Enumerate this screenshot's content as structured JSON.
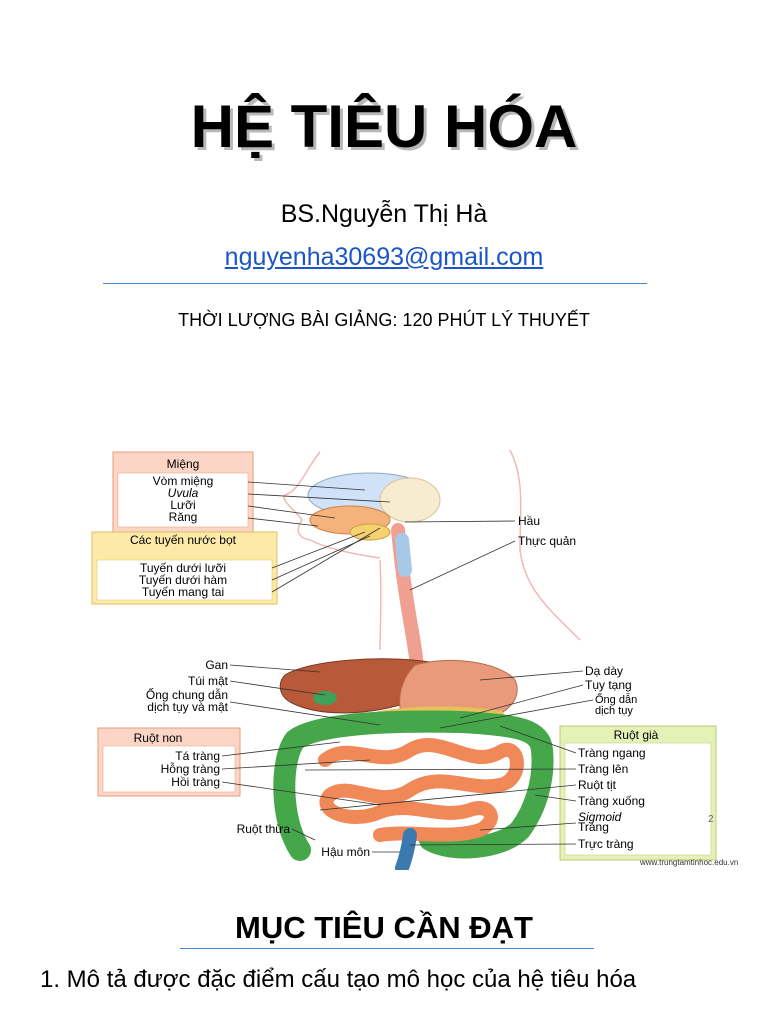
{
  "header": {
    "title": "HỆ TIÊU HÓA",
    "author": "BS.Nguyễn Thị Hà",
    "email": "nguyenha30693@gmail.com",
    "duration": "THỜI LƯỢNG BÀI GIẢNG: 120 PHÚT LÝ THUYẾT"
  },
  "figure": {
    "boxes": {
      "mouth_title": "Miệng",
      "mouth_items": [
        "Vòm miệng",
        "Uvula",
        "Lưỡi",
        "Răng"
      ],
      "salivary_title": "Các tuyến nước bọt",
      "salivary_items": [
        "Tuyến dưới lưỡi",
        "Tuyến dưới hàm",
        "Tuyến mang tai"
      ],
      "small_intestine_title": "Ruột non",
      "small_intestine_items": [
        "Tá tràng",
        "Hỗng tràng",
        "Hồi tràng"
      ],
      "large_intestine_title": "Ruột già",
      "large_intestine_items": [
        "Tràng ngang",
        "Tràng lên",
        "Ruột tịt",
        "Tràng xuống",
        "Sigmoid",
        "Tràng",
        "Trực tràng"
      ]
    },
    "labels": {
      "pharynx": "Hầu",
      "esophagus": "Thực quản",
      "liver": "Gan",
      "gallbladder": "Túi mật",
      "common_bile_duct": "Ống chung dẫn dịch tụy và mật",
      "stomach": "Dạ dày",
      "pancreas": "Tụy tạng",
      "pancreatic_duct": "Ống dẫn dịch tụy",
      "appendix": "Ruột thừa",
      "anus": "Hậu môn"
    },
    "page_number": "2",
    "watermark": "www.trungtamtinhoc.edu.vn"
  },
  "objectives": {
    "heading": "MỤC TIÊU CẦN ĐẠT",
    "items": [
      "1. Mô tả được đặc điểm cấu tạo mô học của hệ tiêu hóa"
    ]
  },
  "colors": {
    "link": "#1a56c8",
    "rule": "#4a86d0",
    "box_mouth": "#fbd6c6",
    "box_salivary": "#fdeaa8",
    "box_small": "#fbd6c6",
    "box_large": "#e6f1b8"
  }
}
